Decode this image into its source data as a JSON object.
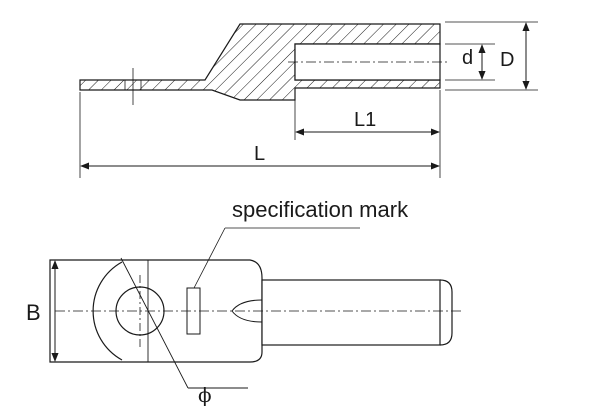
{
  "labels": {
    "d": "d",
    "D": "D",
    "L1": "L1",
    "L": "L",
    "specification_mark": "specification mark",
    "B": "B",
    "phi": "ϕ"
  },
  "colors": {
    "line": "#1a1a1a",
    "background": "#ffffff"
  }
}
